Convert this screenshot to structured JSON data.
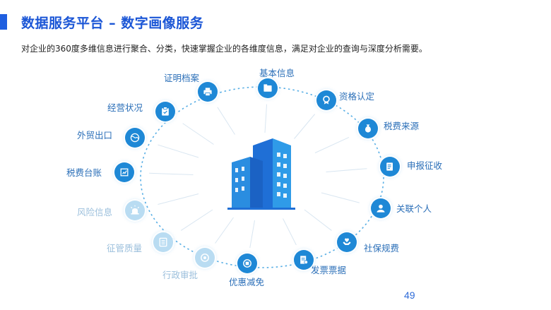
{
  "header": {
    "title": "数据服务平台 – 数字画像服务",
    "subtitle": "对企业的360度多维信息进行聚合、分类，快速掌握企业的各维度信息，满足对企业的查询与深度分析需要。"
  },
  "colors": {
    "accent": "#1f5fe0",
    "strong": "#1e88d6",
    "faded": "#b9dcf2",
    "text_strong": "#2b6fb8",
    "text_faded": "#9bbfdc"
  },
  "center": {
    "icon": "building-icon"
  },
  "nodes": [
    {
      "label": "基本信息",
      "icon": "folder-icon",
      "faded": false
    },
    {
      "label": "资格认定",
      "icon": "badge-icon",
      "faded": false
    },
    {
      "label": "税费来源",
      "icon": "money-bag-icon",
      "faded": false
    },
    {
      "label": "申报征收",
      "icon": "form-icon",
      "faded": false
    },
    {
      "label": "关联个人",
      "icon": "person-icon",
      "faded": false
    },
    {
      "label": "社保规费",
      "icon": "hands-icon",
      "faded": false
    },
    {
      "label": "发票票据",
      "icon": "invoice-icon",
      "faded": false
    },
    {
      "label": "优惠减免",
      "icon": "discount-icon",
      "faded": false
    },
    {
      "label": "行政审批",
      "icon": "stamp-icon",
      "faded": true
    },
    {
      "label": "征管质量",
      "icon": "checklist-icon",
      "faded": true
    },
    {
      "label": "风险信息",
      "icon": "alarm-icon",
      "faded": true
    },
    {
      "label": "税费台账",
      "icon": "ledger-icon",
      "faded": false
    },
    {
      "label": "外贸出口",
      "icon": "globe-icon",
      "faded": false
    },
    {
      "label": "经营状况",
      "icon": "clipboard-icon",
      "faded": false
    },
    {
      "label": "证明档案",
      "icon": "printer-icon",
      "faded": false
    }
  ],
  "page_number": "49"
}
